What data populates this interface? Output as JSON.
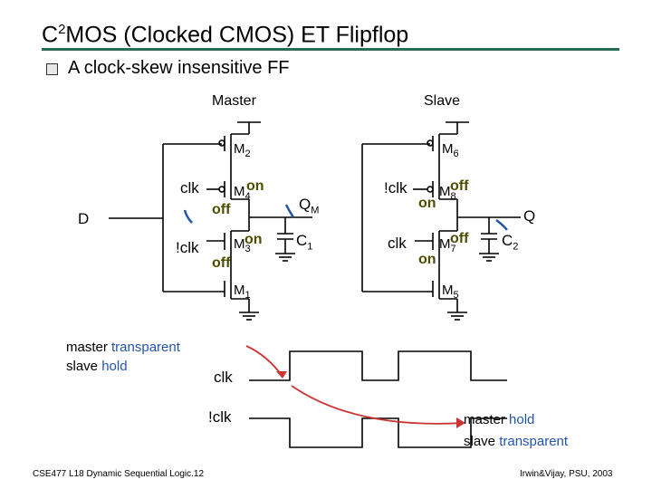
{
  "slide": {
    "title_main": "C",
    "title_sup": "2",
    "title_rest": "MOS (Clocked CMOS) ET Flipflop",
    "subtitle": "A clock-skew insensitive FF"
  },
  "circuit": {
    "master_label": "Master",
    "slave_label": "Slave",
    "d_label": "D",
    "q_label": "Q",
    "qm_label": "Q",
    "qm_sub": "M",
    "m_prefix": "M",
    "c_prefix": "C",
    "m2_sub": "2",
    "m4_sub": "4",
    "m3_sub": "3",
    "m1_sub": "1",
    "m6_sub": "6",
    "m8_sub": "8",
    "m7_sub": "7",
    "m5_sub": "5",
    "c1_sub": "1",
    "c2_sub": "2",
    "clk_m4": "clk",
    "nclk_m3": "!clk",
    "nclk_m8": "!clk",
    "clk_m7": "clk",
    "on": "on",
    "off": "off"
  },
  "timing": {
    "clk_label": "clk",
    "nclk_label": "!clk"
  },
  "annotations": {
    "left_line1_black": "master ",
    "left_line1_blue": "transparent",
    "left_line2_black": "slave ",
    "left_line2_blue": "hold",
    "right_line1_black": "master ",
    "right_line1_blue": "hold",
    "right_line2_black": "slave ",
    "right_line2_blue": "transparent"
  },
  "footer": {
    "left": "CSE477 L18 Dynamic Sequential Logic.12",
    "right": "Irwin&Vijay, PSU, 2003"
  },
  "colors": {
    "rule": "#2a6b53",
    "blue_text": "#2255aa",
    "state_text": "#4d4d00",
    "arrow": "#cc3333"
  }
}
